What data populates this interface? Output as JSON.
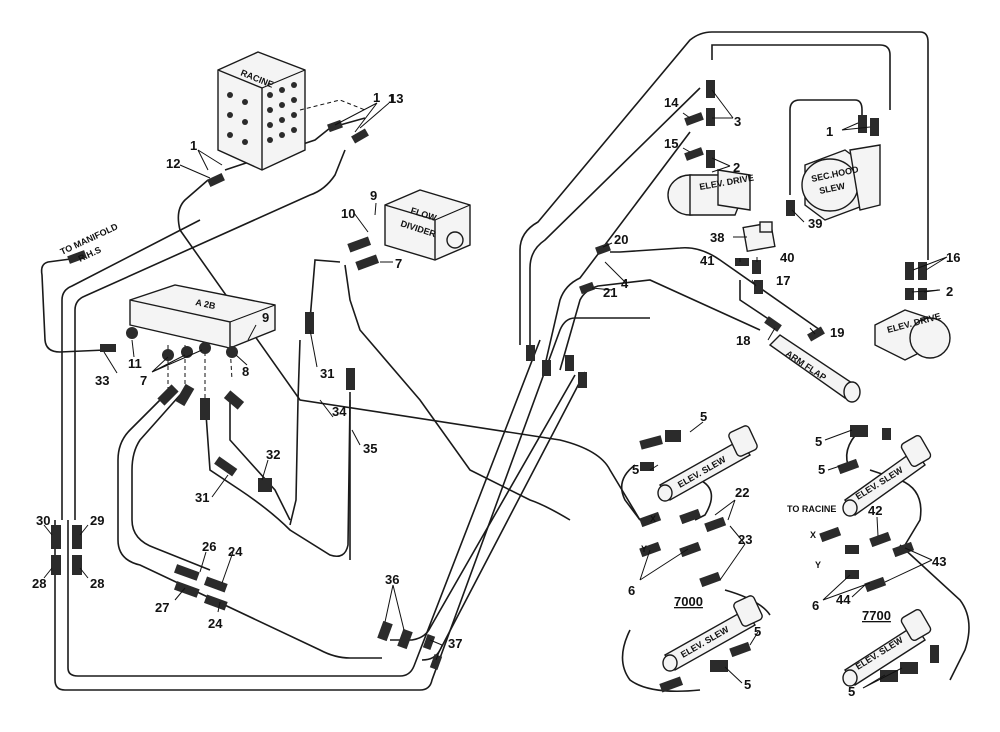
{
  "notes": {
    "to_manifold": "TO MANIFOLD",
    "rhs": "R.H.S",
    "to_racine": "TO RACINE",
    "model_7000": "7000",
    "model_7700": "7700"
  },
  "components": {
    "racine_valve": "RACINE",
    "flow_divider_line1": "FLOW",
    "flow_divider_line2": "DIVIDER",
    "a2b_block": "A 2B",
    "elev_drive_upper": "ELEV. DRIVE",
    "elev_drive_right": "ELEV. DRIVE",
    "sec_hood_slew_line1": "SEC.HOOD",
    "sec_hood_slew_line2": "SLEW",
    "arm_flap": "ARM FLAP",
    "elev_slew_1": "ELEV. SLEW",
    "elev_slew_2": "ELEV. SLEW",
    "elev_slew_3": "ELEV. SLEW",
    "elev_slew_4": "ELEV. SLEW"
  },
  "port_labels": {
    "x": "X",
    "y": "Y"
  },
  "callouts": [
    "1",
    "1",
    "1",
    "12",
    "13",
    "9",
    "10",
    "7",
    "7",
    "33",
    "11",
    "9",
    "8",
    "31",
    "31",
    "34",
    "35",
    "32",
    "30",
    "29",
    "28",
    "28",
    "27",
    "26",
    "24",
    "24",
    "36",
    "37",
    "14",
    "15",
    "3",
    "2",
    "1",
    "16",
    "2",
    "20",
    "21",
    "4",
    "38",
    "39",
    "41",
    "40",
    "17",
    "18",
    "19",
    "5",
    "5",
    "22",
    "23",
    "6",
    "5",
    "5",
    "5",
    "5",
    "42",
    "43",
    "6",
    "44",
    "5"
  ]
}
